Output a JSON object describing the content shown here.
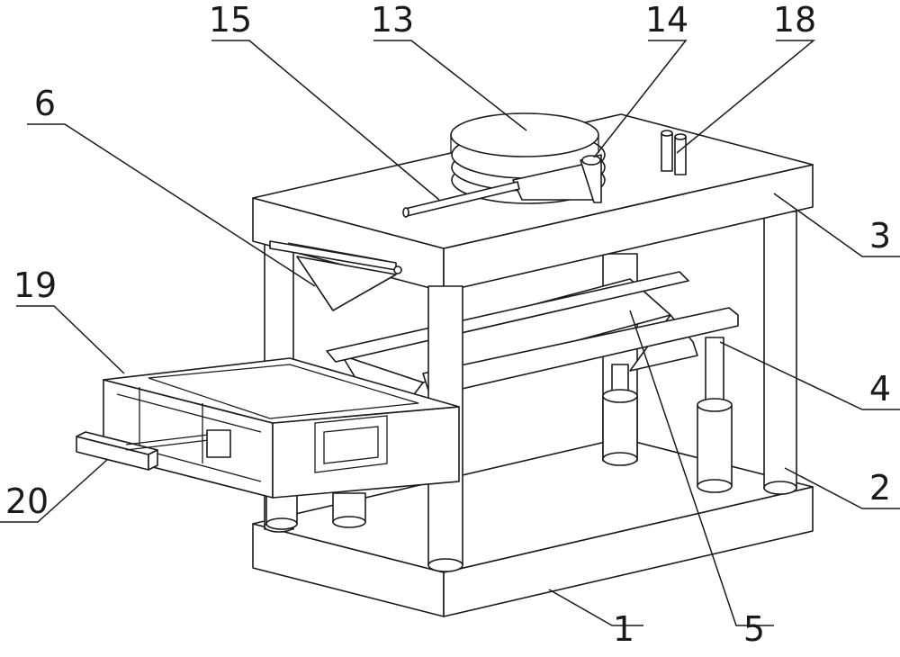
{
  "labels": {
    "l1": "1",
    "l2": "2",
    "l3": "3",
    "l4": "4",
    "l5": "5",
    "l6": "6",
    "l13": "13",
    "l14": "14",
    "l15": "15",
    "l18": "18",
    "l19": "19",
    "l20": "20"
  }
}
